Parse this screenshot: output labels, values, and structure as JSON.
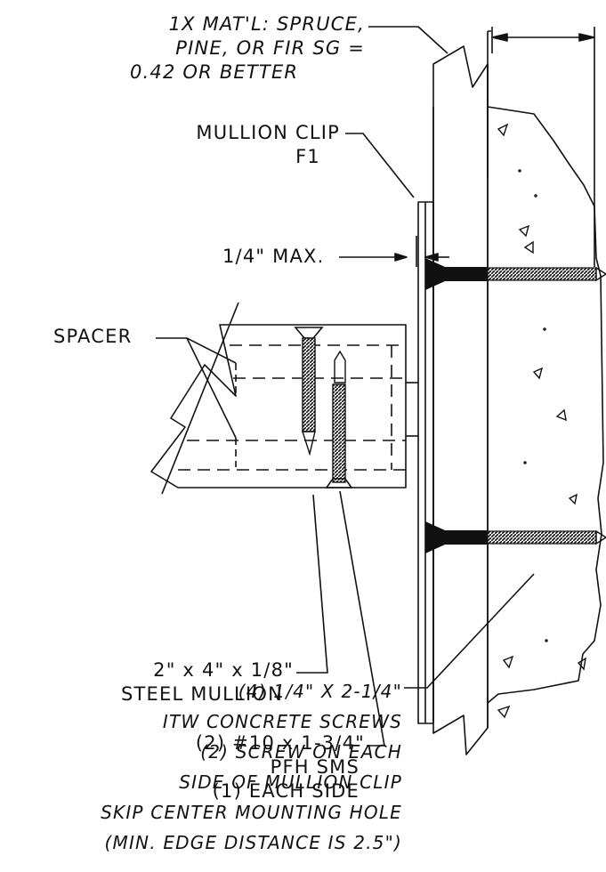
{
  "colors": {
    "ink": "#111111",
    "paper": "#ffffff"
  },
  "labels": {
    "material": [
      "1X MAT'L: SPRUCE,",
      "PINE, OR FIR SG =",
      "0.42 OR BETTER"
    ],
    "mullion_clip": [
      "MULLION CLIP",
      "F1"
    ],
    "gap_max": "1/4\" MAX.",
    "spacer": "SPACER",
    "steel_mullion": [
      "2\" x 4\" x 1/8\"",
      "STEEL MULLION"
    ],
    "pfh_screws": [
      "(2) #10 x 1-3/4\"",
      "PFH SMS",
      "(1) EACH SIDE"
    ],
    "concrete_screws": [
      "(4) 1/4\" X 2-1/4\"",
      "ITW CONCRETE SCREWS",
      "(2) SCREW ON EACH",
      "SIDE OF MULLION CLIP",
      "SKIP CENTER MOUNTING HOLE",
      "(MIN. EDGE DISTANCE IS 2.5\")"
    ]
  }
}
